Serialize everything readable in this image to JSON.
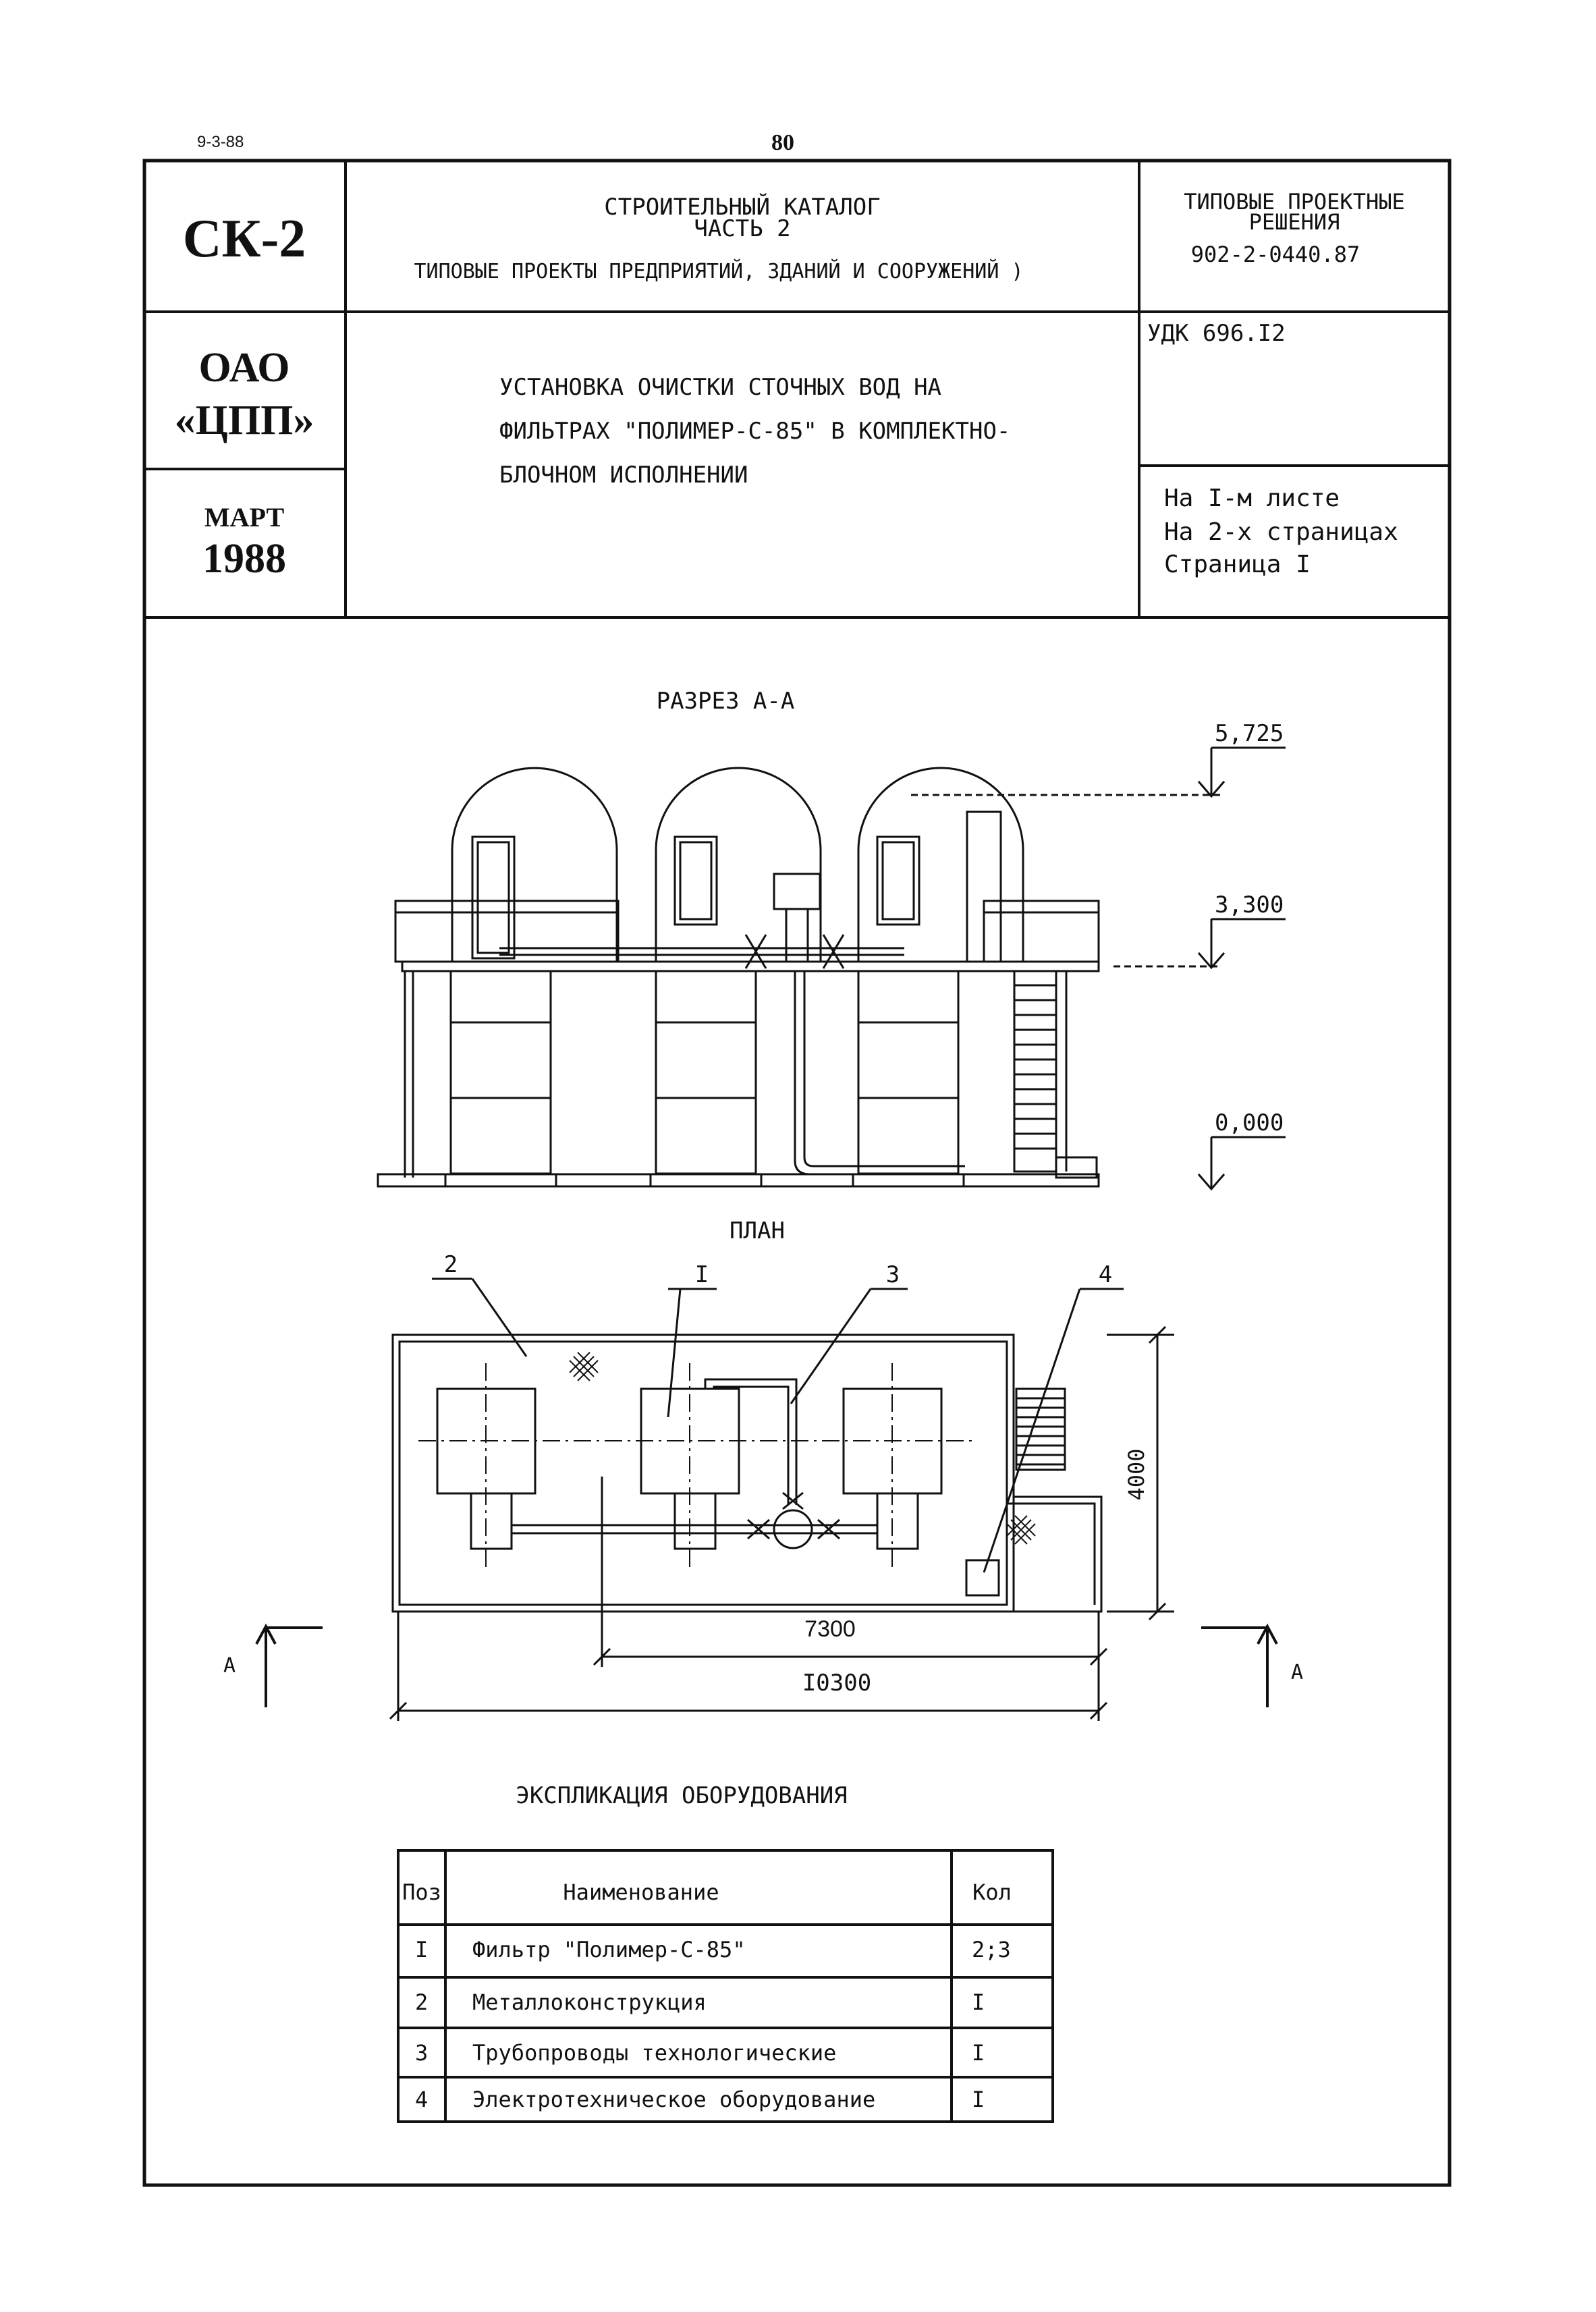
{
  "header": {
    "top_left_code": "9-3-88",
    "page_number": "80"
  },
  "title_block": {
    "catalog_code": "СК-2",
    "catalog_title_line1": "СТРОИТЕЛЬНЫЙ КАТАЛОГ",
    "catalog_title_line2": "ЧАСТЬ 2",
    "catalog_title_line3": "ТИПОВЫЕ ПРОЕКТЫ ПРЕДПРИЯТИЙ, ЗДАНИЙ И СООРУЖЕНИЙ )",
    "solutions_line1": "ТИПОВЫЕ ПРОЕКТНЫЕ",
    "solutions_line2": "РЕШЕНИЯ",
    "solutions_code": "902-2-0440.87",
    "org_line1": "ОАО",
    "org_line2": "«ЦПП»",
    "month": "МАРТ",
    "year": "1988",
    "subject_line1": "УСТАНОВКА ОЧИСТКИ СТОЧНЫХ ВОД НА",
    "subject_line2": "ФИЛЬТРАХ \"ПОЛИМЕР-С-85\" В КОМПЛЕКТНО-",
    "subject_line3": "БЛОЧНОМ ИСПОЛНЕНИИ",
    "udk": "УДК 696.I2",
    "sheets_line1": "На  I-м  листе",
    "sheets_line2": "На  2-х  страницах",
    "sheets_line3": "Страница I"
  },
  "section": {
    "title": "РАЗРЕЗ  А-А",
    "elevation_top": "5,725",
    "elevation_mid": "3,300",
    "elevation_base": "0,000"
  },
  "plan": {
    "title": "ПЛАН",
    "callout_1": "I",
    "callout_2": "2",
    "callout_3": "3",
    "callout_4": "4",
    "dim_width": "4000",
    "dim_inner": "7300",
    "dim_total": "I0300",
    "cut_left": "А",
    "cut_right": "А"
  },
  "explication": {
    "title": "ЭКСПЛИКАЦИЯ  ОБОРУДОВАНИЯ",
    "headers": [
      "Поз",
      "Наименование",
      "Кол"
    ],
    "rows": [
      [
        "I",
        "Фильтр \"Полимер-С-85\"",
        "2;3"
      ],
      [
        "2",
        "Металлоконструкция",
        "I"
      ],
      [
        "3",
        "Трубопроводы технологические",
        "I"
      ],
      [
        "4",
        "Электротехническое оборудование",
        "I"
      ]
    ]
  }
}
